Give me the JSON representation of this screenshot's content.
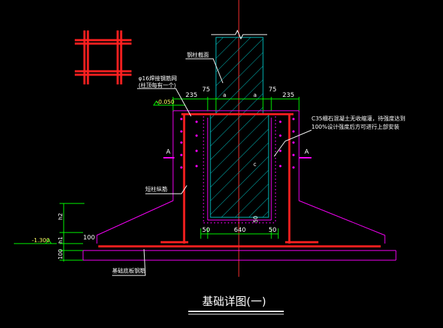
{
  "drawing": {
    "title": "基础详图(一)",
    "labels": {
      "column_section": "钢柱截面",
      "anchor_note_line1": "φ16焊接钢筋网",
      "anchor_note_line2": "(柱顶每有一个)",
      "concrete_note_line1": "C35细石混凝土无收缩灌，待强度达到",
      "concrete_note_line2": "100%设计强度后方可进行上部安装",
      "column_rebar": "短柱纵筋",
      "pad_rebar": "基础底板钢筋",
      "section_mark_left": "A",
      "section_mark_right": "A"
    },
    "dimensions": {
      "left_width": "235",
      "left_inner": "75",
      "right_inner": "75",
      "right_width": "235",
      "gap_left": "a",
      "gap_right": "a",
      "depth_c": "c",
      "bottom_left": "50",
      "bottom_center": "640",
      "bottom_right": "50",
      "bottom_50_vert": "50",
      "h2": "h2",
      "h1": "h1",
      "base_100": "100",
      "base_100_vert": "100",
      "elev_top": "-0.050",
      "elev_bottom": "-1.300"
    },
    "colors": {
      "background": "#000000",
      "outline": "#ff00ff",
      "rebar": "#ff2020",
      "dimension": "#00ff00",
      "hatch": "#00c0c0",
      "text": "#ffffff",
      "elevation": "#ffff00",
      "centerline": "#ff3030"
    }
  }
}
